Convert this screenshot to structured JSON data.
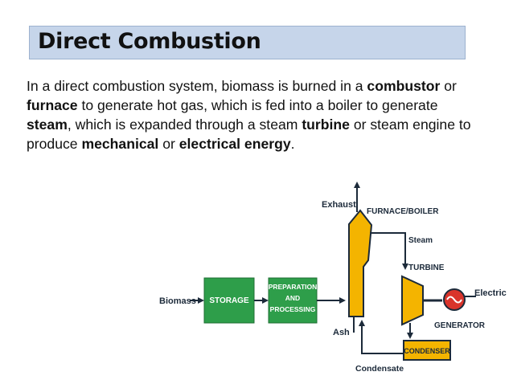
{
  "slide": {
    "title": "Direct Combustion",
    "paragraph": {
      "s1": "In a direct combustion system, biomass is burned in a ",
      "k1": "combustor",
      "s2": " or ",
      "k2": "furnace",
      "s3": " to generate hot gas, which is fed into a boiler to generate ",
      "k3": "steam",
      "s4": ", which is expanded through a steam ",
      "k4": "turbine",
      "s5": " or steam engine to produce ",
      "k5": "mechanical",
      "s6": " or ",
      "k6": "electrical energy",
      "s7": "."
    }
  },
  "diagram": {
    "labels": {
      "biomass": "Biomass",
      "storage": "STORAGE",
      "prep1": "PREPARATION",
      "prep2": "AND",
      "prep3": "PROCESSING",
      "exhaust": "Exhaust",
      "furnace_boiler": "FURNACE/BOILER",
      "steam": "Steam",
      "turbine": "TURBINE",
      "electricity": "Electricity",
      "generator": "GENERATOR",
      "ash": "Ash",
      "condenser": "CONDENSER",
      "condensate": "Condensate"
    },
    "colors": {
      "storage_green": "#2e9e4a",
      "prep_green": "#2e9e4a",
      "furnace_orange": "#f4b400",
      "line": "#1c2a3a",
      "generator_red": "#d9342b"
    }
  }
}
